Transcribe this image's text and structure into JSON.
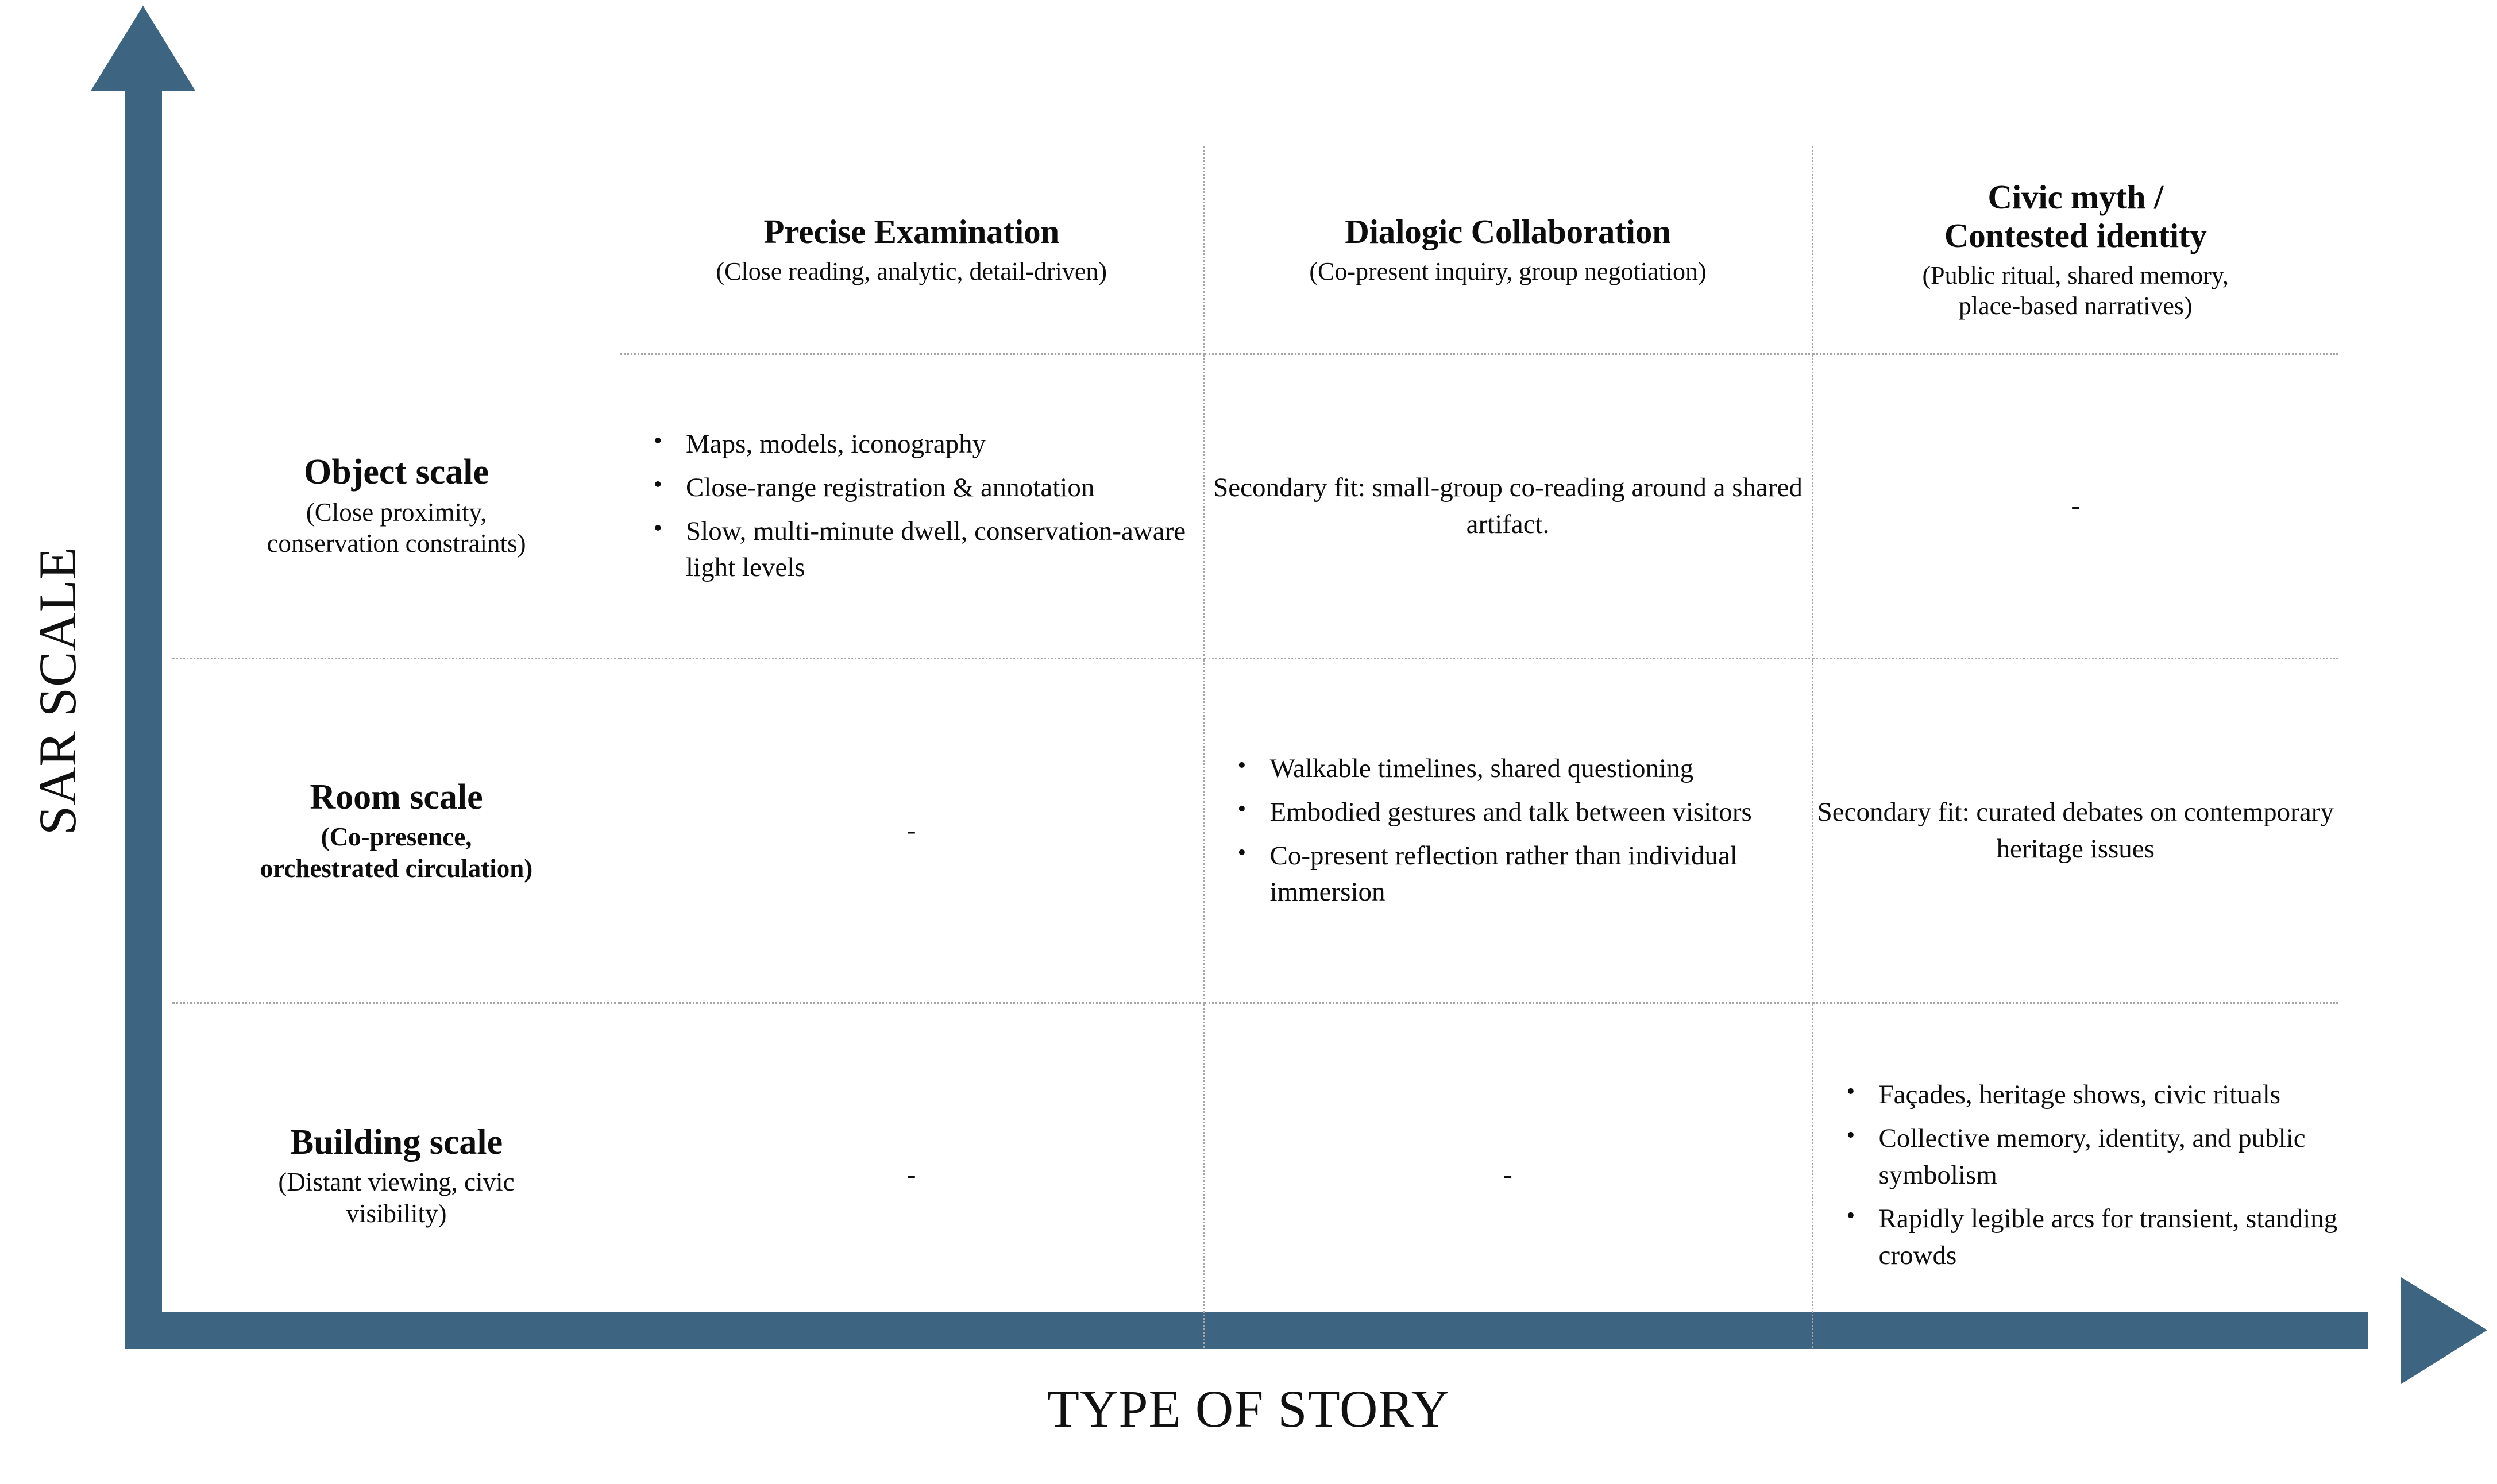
{
  "axes": {
    "y_label": "SAR SCALE",
    "x_label": "TYPE OF STORY",
    "axis_color": "#3d6480"
  },
  "matrix": {
    "corner_label": "",
    "columns": [
      {
        "title": "Precise Examination",
        "subtitle": "(Close reading, analytic, detail-driven)"
      },
      {
        "title": "Dialogic Collaboration",
        "subtitle": "(Co-present inquiry, group negotiation)"
      },
      {
        "title": "Civic myth /\nContested identity",
        "title_line1": "Civic myth /",
        "title_line2": "Contested identity",
        "subtitle": "(Public ritual, shared memory, place-based narratives)",
        "subtitle_line1": "(Public ritual, shared memory,",
        "subtitle_line2": "place-based narratives)"
      }
    ],
    "rows": [
      {
        "title": "Object scale",
        "subtitle": "(Close proximity, conservation constraints)",
        "subtitle_line1": "(Close proximity,",
        "subtitle_line2": "conservation constraints)",
        "subtitle_bold": false,
        "cells": [
          {
            "kind": "bullets",
            "items": [
              "Maps, models, iconography",
              "Close-range registration & annotation",
              "Slow, multi-minute dwell, conservation-aware light levels"
            ]
          },
          {
            "kind": "text",
            "text": "Secondary fit: small-group co-reading around a shared artifact."
          },
          {
            "kind": "dash",
            "text": "-"
          }
        ]
      },
      {
        "title": "Room scale",
        "subtitle": "(Co-presence, orchestrated circulation)",
        "subtitle_line1": "(Co-presence,",
        "subtitle_line2": "orchestrated circulation)",
        "subtitle_bold": true,
        "cells": [
          {
            "kind": "dash",
            "text": "-"
          },
          {
            "kind": "bullets",
            "items": [
              "Walkable timelines, shared questioning",
              "Embodied gestures and talk between visitors",
              "Co-present reflection rather than individual immersion"
            ]
          },
          {
            "kind": "text",
            "text": "Secondary fit: curated debates on contemporary heritage issues"
          }
        ]
      },
      {
        "title": "Building scale",
        "subtitle": "(Distant viewing, civic visibility)",
        "subtitle_line1": "(Distant viewing, civic",
        "subtitle_line2": "visibility)",
        "subtitle_bold": false,
        "cells": [
          {
            "kind": "dash",
            "text": "-"
          },
          {
            "kind": "dash",
            "text": "-"
          },
          {
            "kind": "bullets",
            "items": [
              "Façades, heritage shows, civic rituals",
              "Collective memory, identity, and public symbolism",
              "Rapidly legible arcs for transient, standing crowds"
            ]
          }
        ]
      }
    ]
  }
}
